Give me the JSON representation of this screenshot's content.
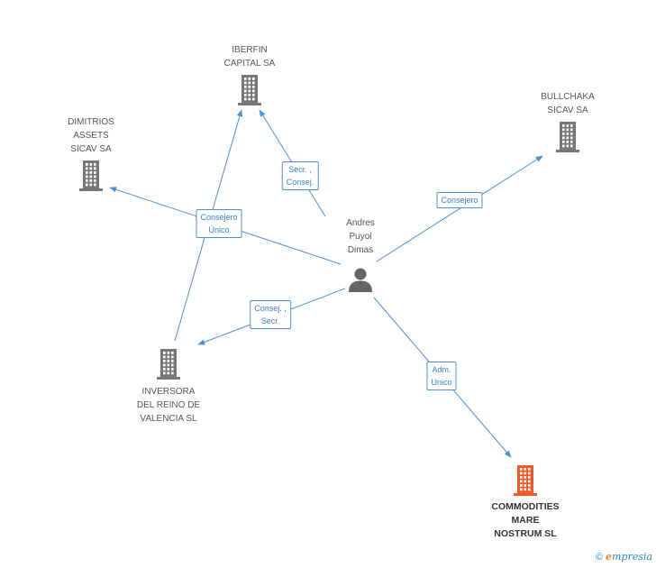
{
  "colors": {
    "edge": "#4a90d9",
    "building": "#777777",
    "building_highlight": "#f05a28",
    "person": "#666666"
  },
  "nodes": [
    {
      "id": "iberfin",
      "type": "company",
      "label": [
        "IBERFIN",
        "CAPITAL SA"
      ],
      "highlight": false
    },
    {
      "id": "dimitrios",
      "type": "company",
      "label": [
        "DIMITRIOS",
        "ASSETS",
        "SICAV SA"
      ],
      "highlight": false
    },
    {
      "id": "bullchaka",
      "type": "company",
      "label": [
        "BULLCHAKA",
        "SICAV SA"
      ],
      "highlight": false
    },
    {
      "id": "andres",
      "type": "person",
      "label": [
        "Andres",
        "Puyol",
        "Dimas"
      ],
      "highlight": false
    },
    {
      "id": "inversora",
      "type": "company",
      "label": [
        "INVERSORA",
        "DEL REINO DE",
        "VALENCIA SL"
      ],
      "highlight": false
    },
    {
      "id": "commodities",
      "type": "company",
      "label": [
        "COMMODITIES",
        "MARE",
        "NOSTRUM SL"
      ],
      "highlight": true
    }
  ],
  "edges": [
    {
      "id": "e1",
      "from": "andres",
      "to": "iberfin",
      "label": [
        "Secr. ,",
        "Consej."
      ]
    },
    {
      "id": "e2",
      "from": "andres",
      "to": "dimitrios",
      "label": [
        "Consejero",
        "Único"
      ]
    },
    {
      "id": "e3",
      "from": "andres",
      "to": "bullchaka",
      "label": [
        "Consejero"
      ]
    },
    {
      "id": "e4",
      "from": "andres",
      "to": "inversora",
      "label": [
        "Consej. ,",
        "Secr."
      ]
    },
    {
      "id": "e5",
      "from": "andres",
      "to": "commodities",
      "label": [
        "Adm.",
        "Unico"
      ]
    },
    {
      "id": "e6",
      "from": "inversora",
      "to": "iberfin",
      "label": []
    }
  ],
  "footer": {
    "copyright": "©",
    "brand_e": "e",
    "brand_rest": "mpresia"
  }
}
